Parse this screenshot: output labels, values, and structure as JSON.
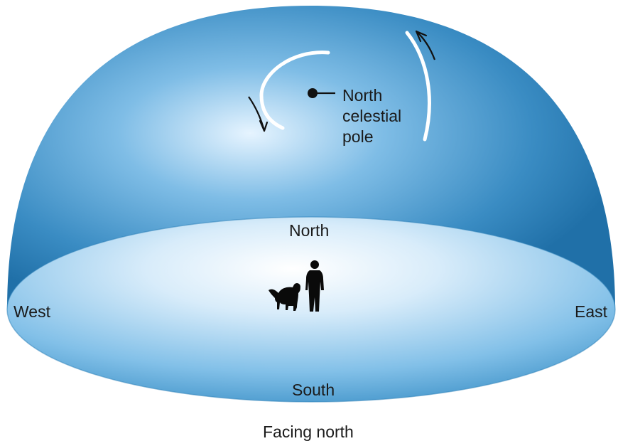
{
  "pole_label_lines": [
    "North",
    "celestial",
    "pole"
  ],
  "ground_labels": {
    "north": "North",
    "south": "South",
    "east": "East",
    "west": "West"
  },
  "caption": "Facing north",
  "colors": {
    "dome_edge": "#2a7db4",
    "dome_highlight": "#dcefff",
    "ground_center": "#ffffff",
    "ground_edge": "#3a8fc6",
    "arc_white": "#ffffff",
    "arrow_dark": "#111111",
    "silhouette": "#0a0a0a"
  },
  "icons": [
    "pole-dot-icon",
    "rotation-arrow-icon",
    "dog-icon",
    "person-icon"
  ]
}
